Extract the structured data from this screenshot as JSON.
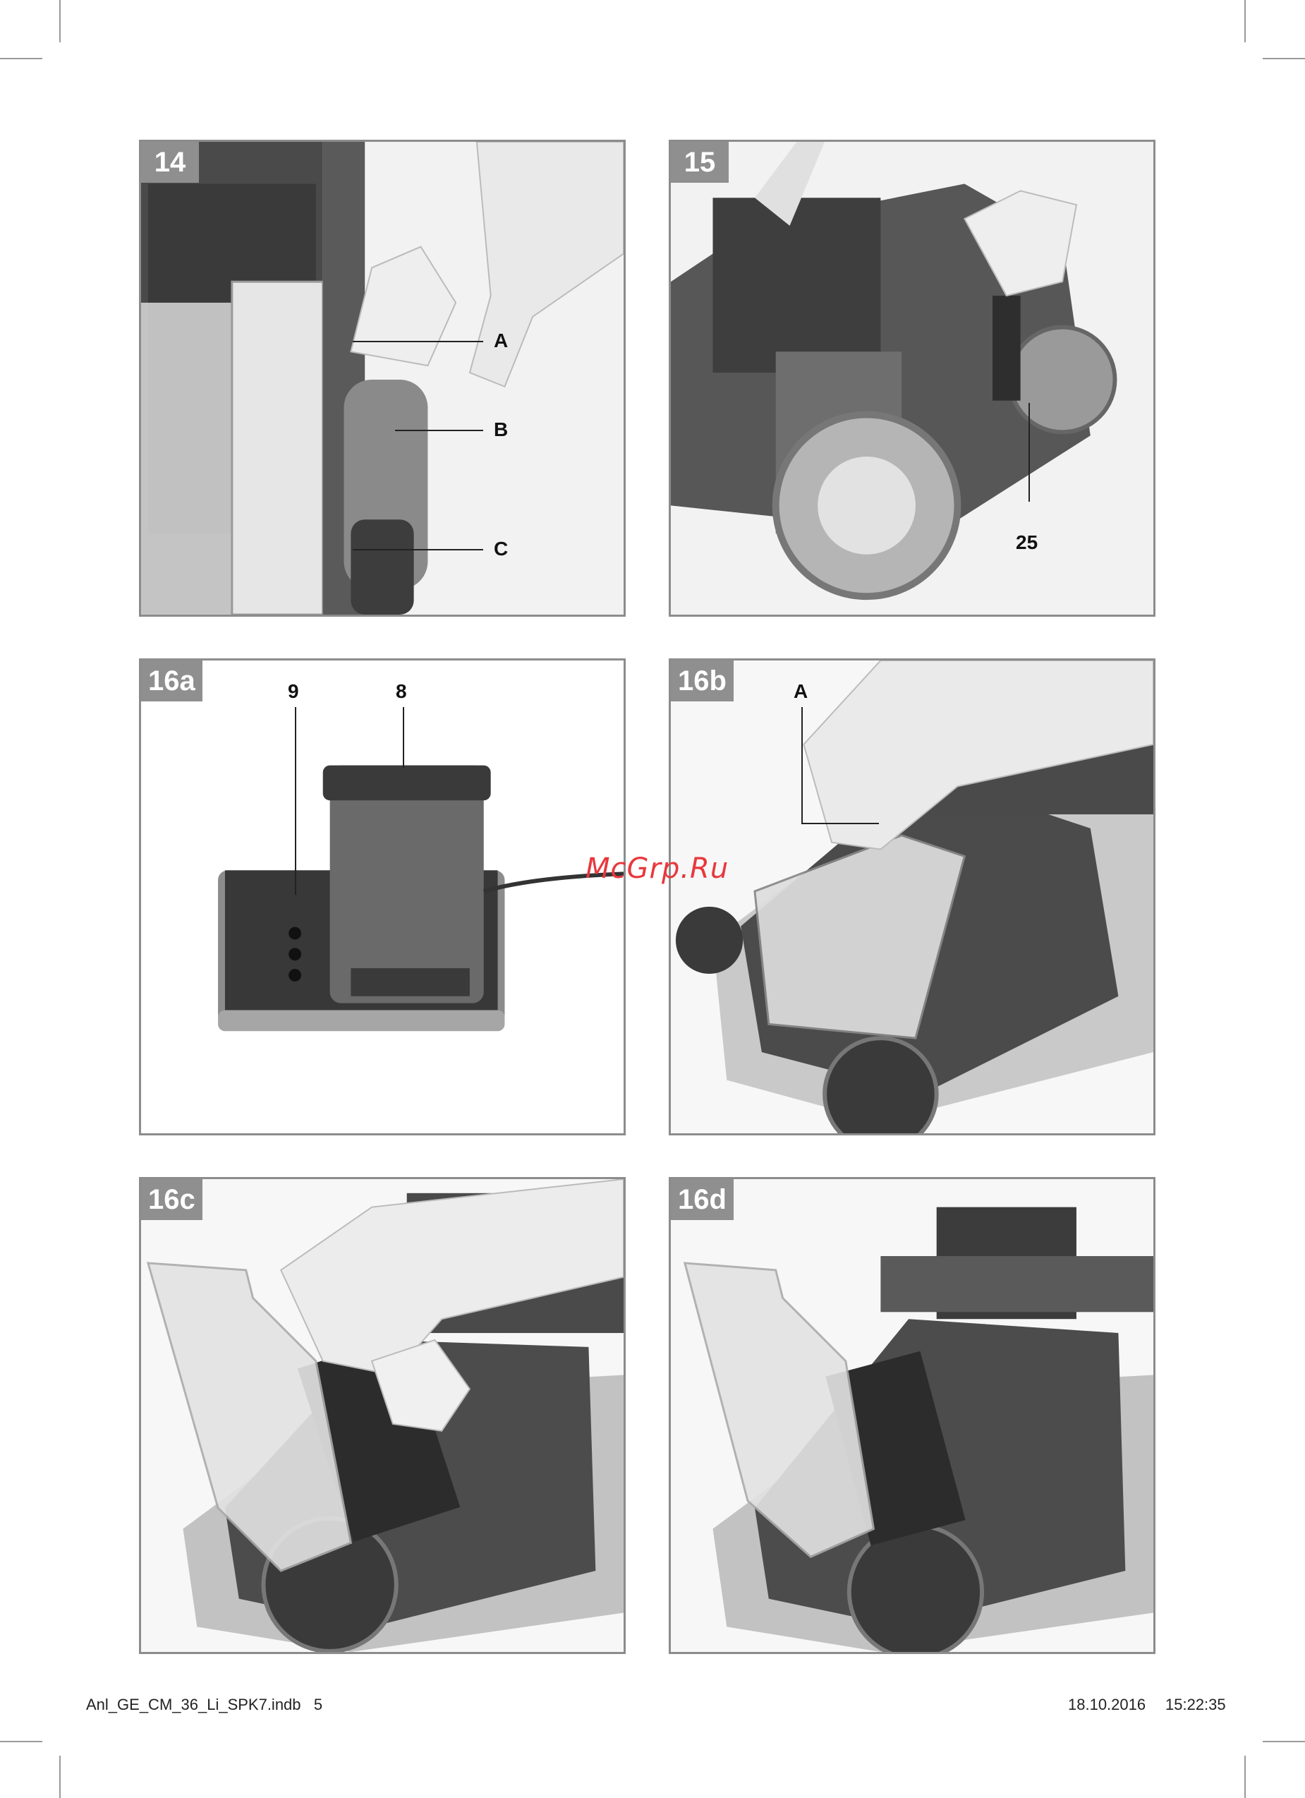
{
  "panels": [
    {
      "id": "14",
      "callouts": [
        "A",
        "B",
        "C"
      ]
    },
    {
      "id": "15",
      "callouts": [
        "25"
      ]
    },
    {
      "id": "16a",
      "callouts": [
        "9",
        "8"
      ]
    },
    {
      "id": "16b",
      "callouts": [
        "A"
      ]
    },
    {
      "id": "16c",
      "callouts": []
    },
    {
      "id": "16d",
      "callouts": []
    }
  ],
  "watermark": "McGrp.Ru",
  "footer": {
    "left": "Anl_GE_CM_36_Li_SPK7.indb   5",
    "date": "18.10.2016",
    "time": "15:22:35"
  }
}
